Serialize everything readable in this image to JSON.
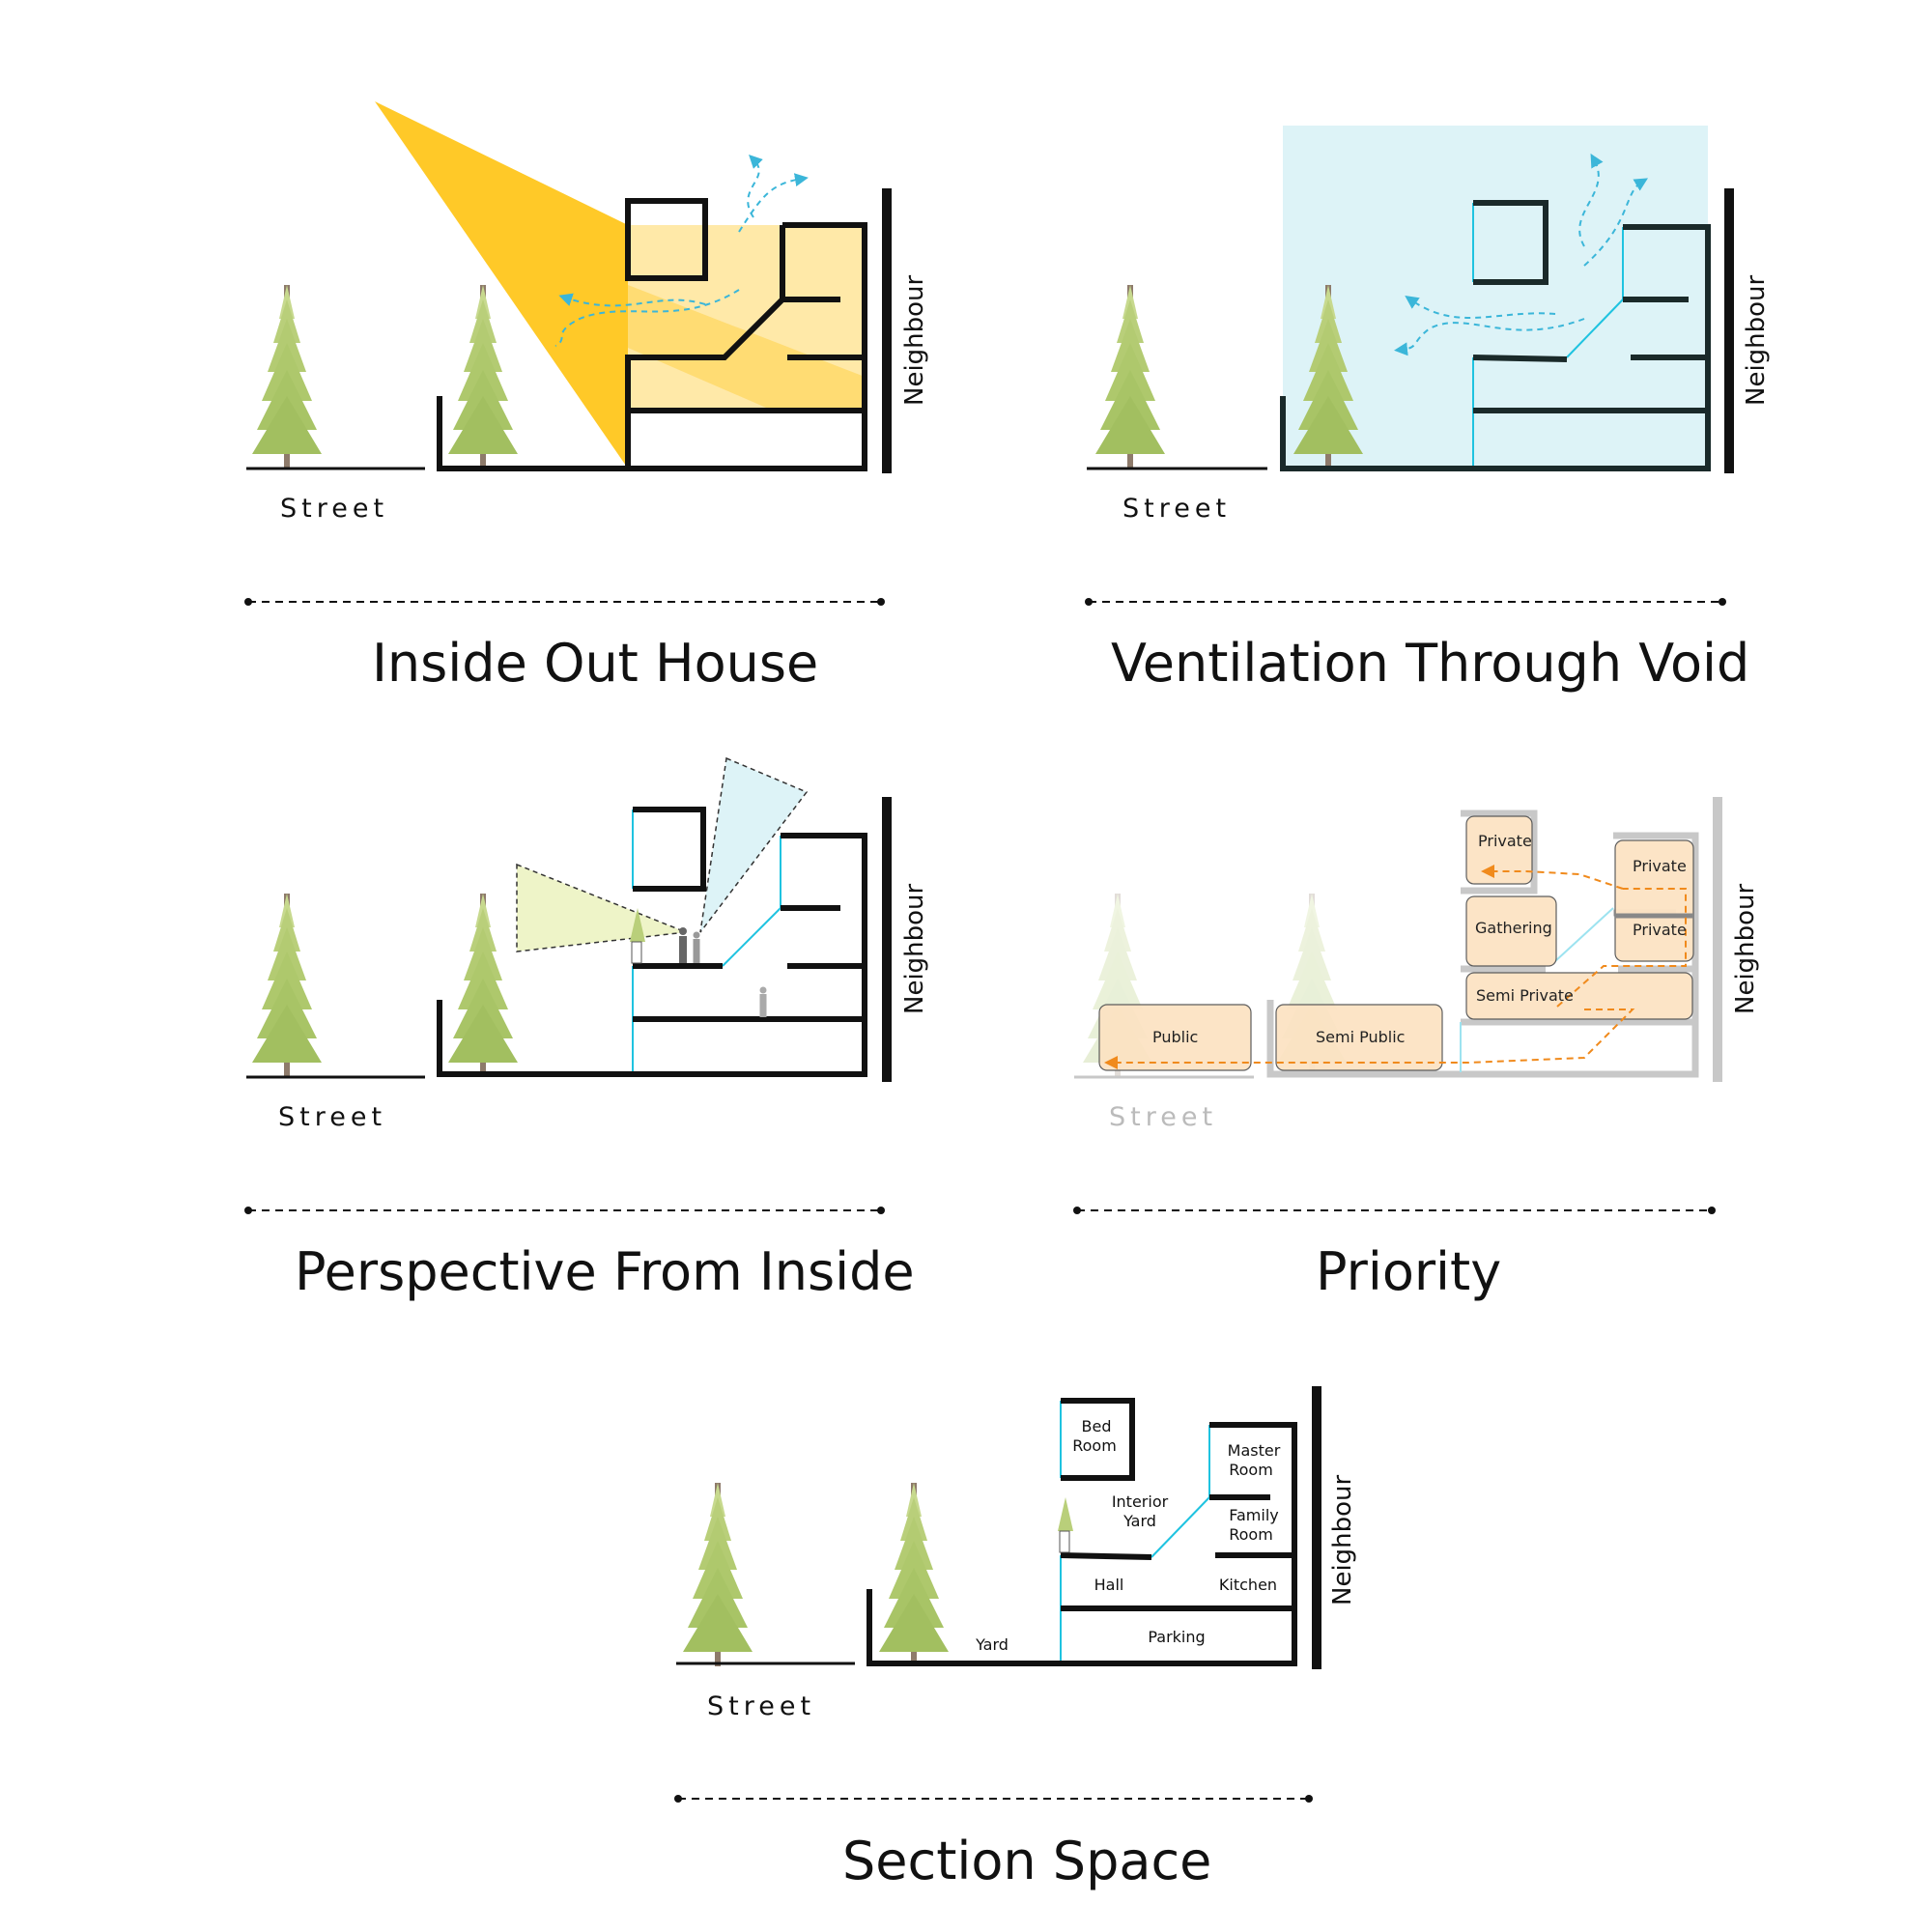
{
  "panels": [
    {
      "title": "Inside Out House",
      "street": "Street",
      "neighbour": "Neighbour"
    },
    {
      "title": "Ventilation Through Void",
      "street": "Street",
      "neighbour": "Neighbour"
    },
    {
      "title": "Perspective From Inside",
      "street": "Street",
      "neighbour": "Neighbour"
    },
    {
      "title": "Priority",
      "street": "Street",
      "neighbour": "Neighbour"
    },
    {
      "title": "Section Space",
      "street": "Street",
      "neighbour": "Neighbour"
    }
  ],
  "priority_zones": {
    "private_top_left": "Private",
    "private_top_right": "Private",
    "private_mid_right": "Private",
    "gathering": "Gathering",
    "semi_private": "Semi Private",
    "semi_public": "Semi Public",
    "public": "Public"
  },
  "rooms": {
    "bed_room_1": "Bed",
    "bed_room_2": "Room",
    "master_room_1": "Master",
    "master_room_2": "Room",
    "interior_yard_1": "Interior",
    "interior_yard_2": "Yard",
    "family_room_1": "Family",
    "family_room_2": "Room",
    "hall": "Hall",
    "kitchen": "Kitchen",
    "yard": "Yard",
    "parking": "Parking"
  },
  "colors": {
    "sun": "#FFC928",
    "sun_light": "#FFE9A8",
    "void": "#DDF3F7",
    "glass": "#1FC3E0",
    "zone_fill": "#FCE3C3",
    "zone_arrow": "#F08A1C",
    "tree": "#B9CF7A",
    "trunk": "#8E7B6B"
  }
}
